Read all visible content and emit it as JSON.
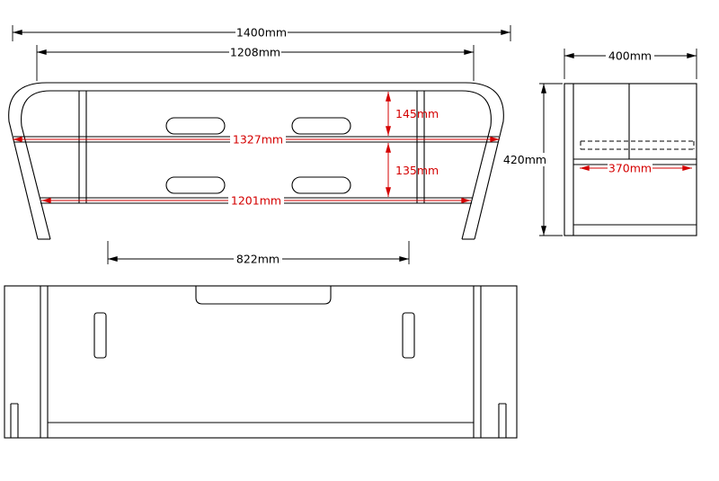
{
  "colors": {
    "line": "#000000",
    "dimension_red": "#d40000",
    "background": "#ffffff"
  },
  "front": {
    "overall_width": "1400mm",
    "inner_width": "1208mm",
    "upper_gap": "145mm",
    "middle_shelf_width": "1327mm",
    "lower_gap": "135mm",
    "lower_shelf_width": "1201mm",
    "foot_span": "822mm"
  },
  "side": {
    "depth": "400mm",
    "height": "420mm",
    "inner_depth": "370mm"
  }
}
